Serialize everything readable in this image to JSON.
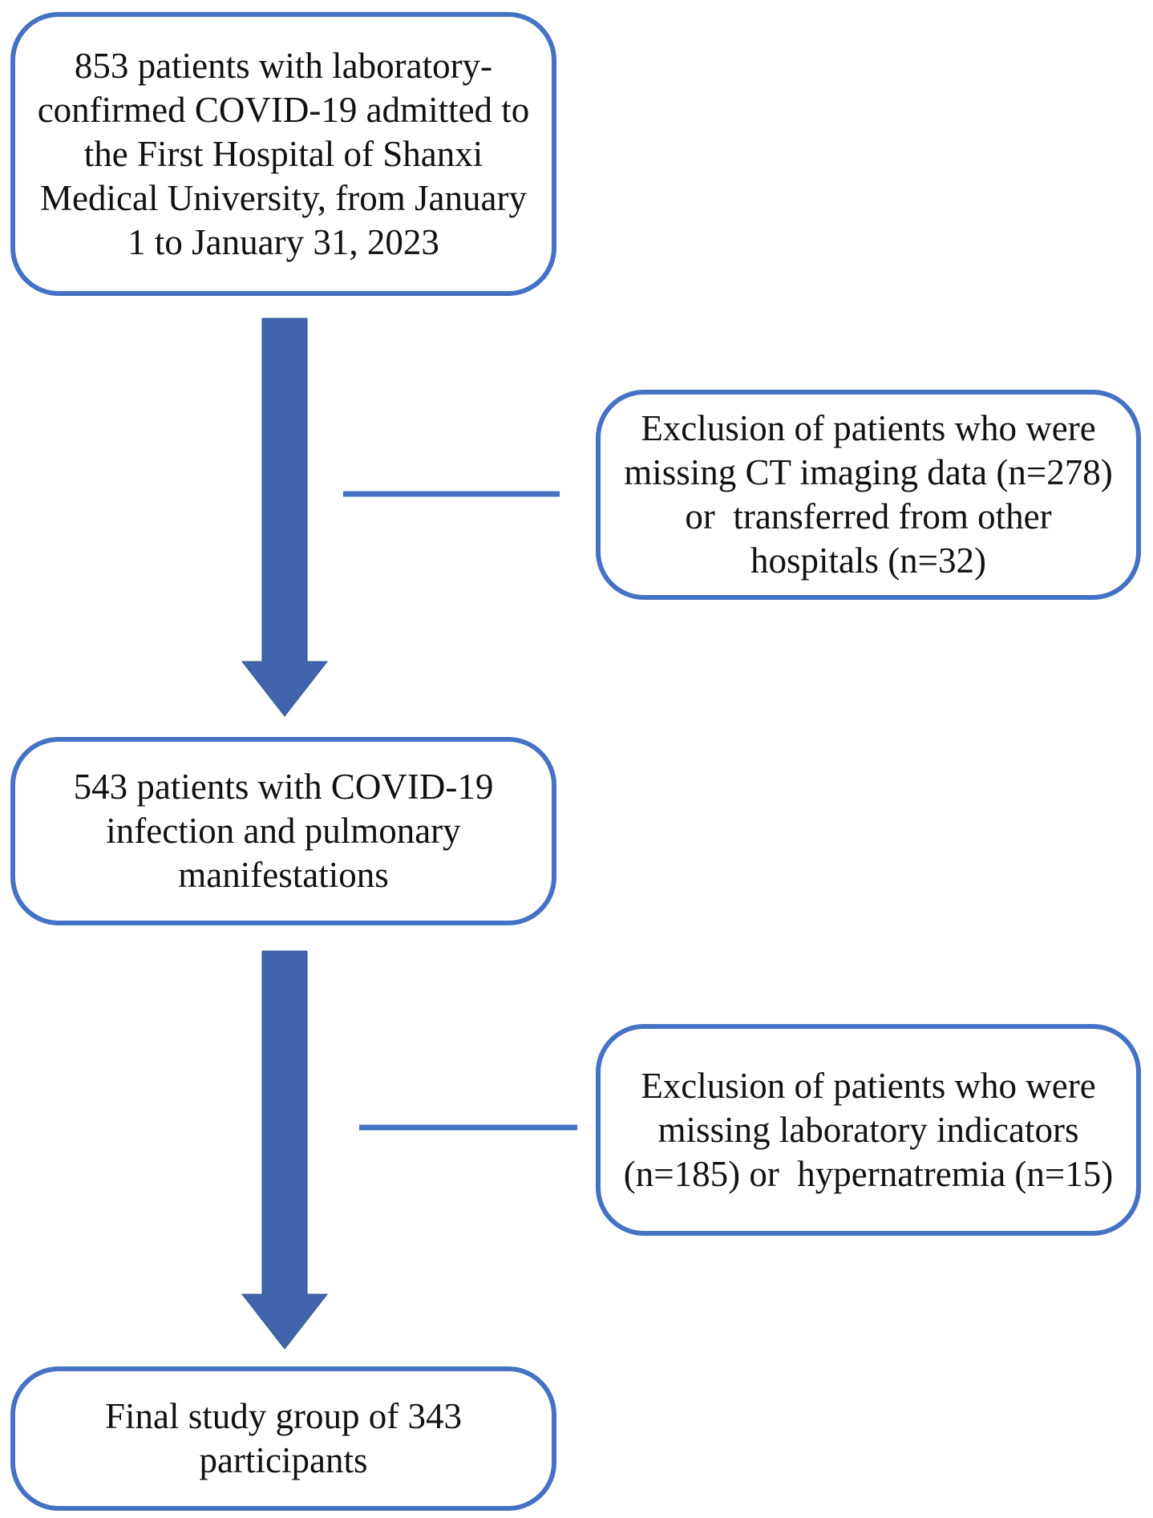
{
  "diagram": {
    "colors": {
      "border": "#4472C4",
      "arrow": "#4164AC",
      "text": "#111111"
    },
    "boxes": [
      {
        "id": "box-1",
        "lines": [
          "853 patients with laboratory-",
          "confirmed COVID-19 admitted to",
          "the First Hospital of Shanxi",
          "Medical University, from January",
          "1 to January 31, 2023"
        ]
      },
      {
        "id": "box-ex1",
        "lines": [
          "Exclusion of patients who were",
          "missing CT imaging data (n=278)",
          "or  transferred from other",
          "hospitals (n=32)"
        ]
      },
      {
        "id": "box-2",
        "lines": [
          "543 patients with COVID-19",
          "infection and pulmonary",
          "manifestations"
        ]
      },
      {
        "id": "box-ex2",
        "lines": [
          "Exclusion of patients who were",
          "missing laboratory indicators",
          "(n=185) or  hypernatremia (n=15)"
        ]
      },
      {
        "id": "box-3",
        "lines": [
          "Final study group of 343",
          "participants"
        ]
      }
    ]
  }
}
